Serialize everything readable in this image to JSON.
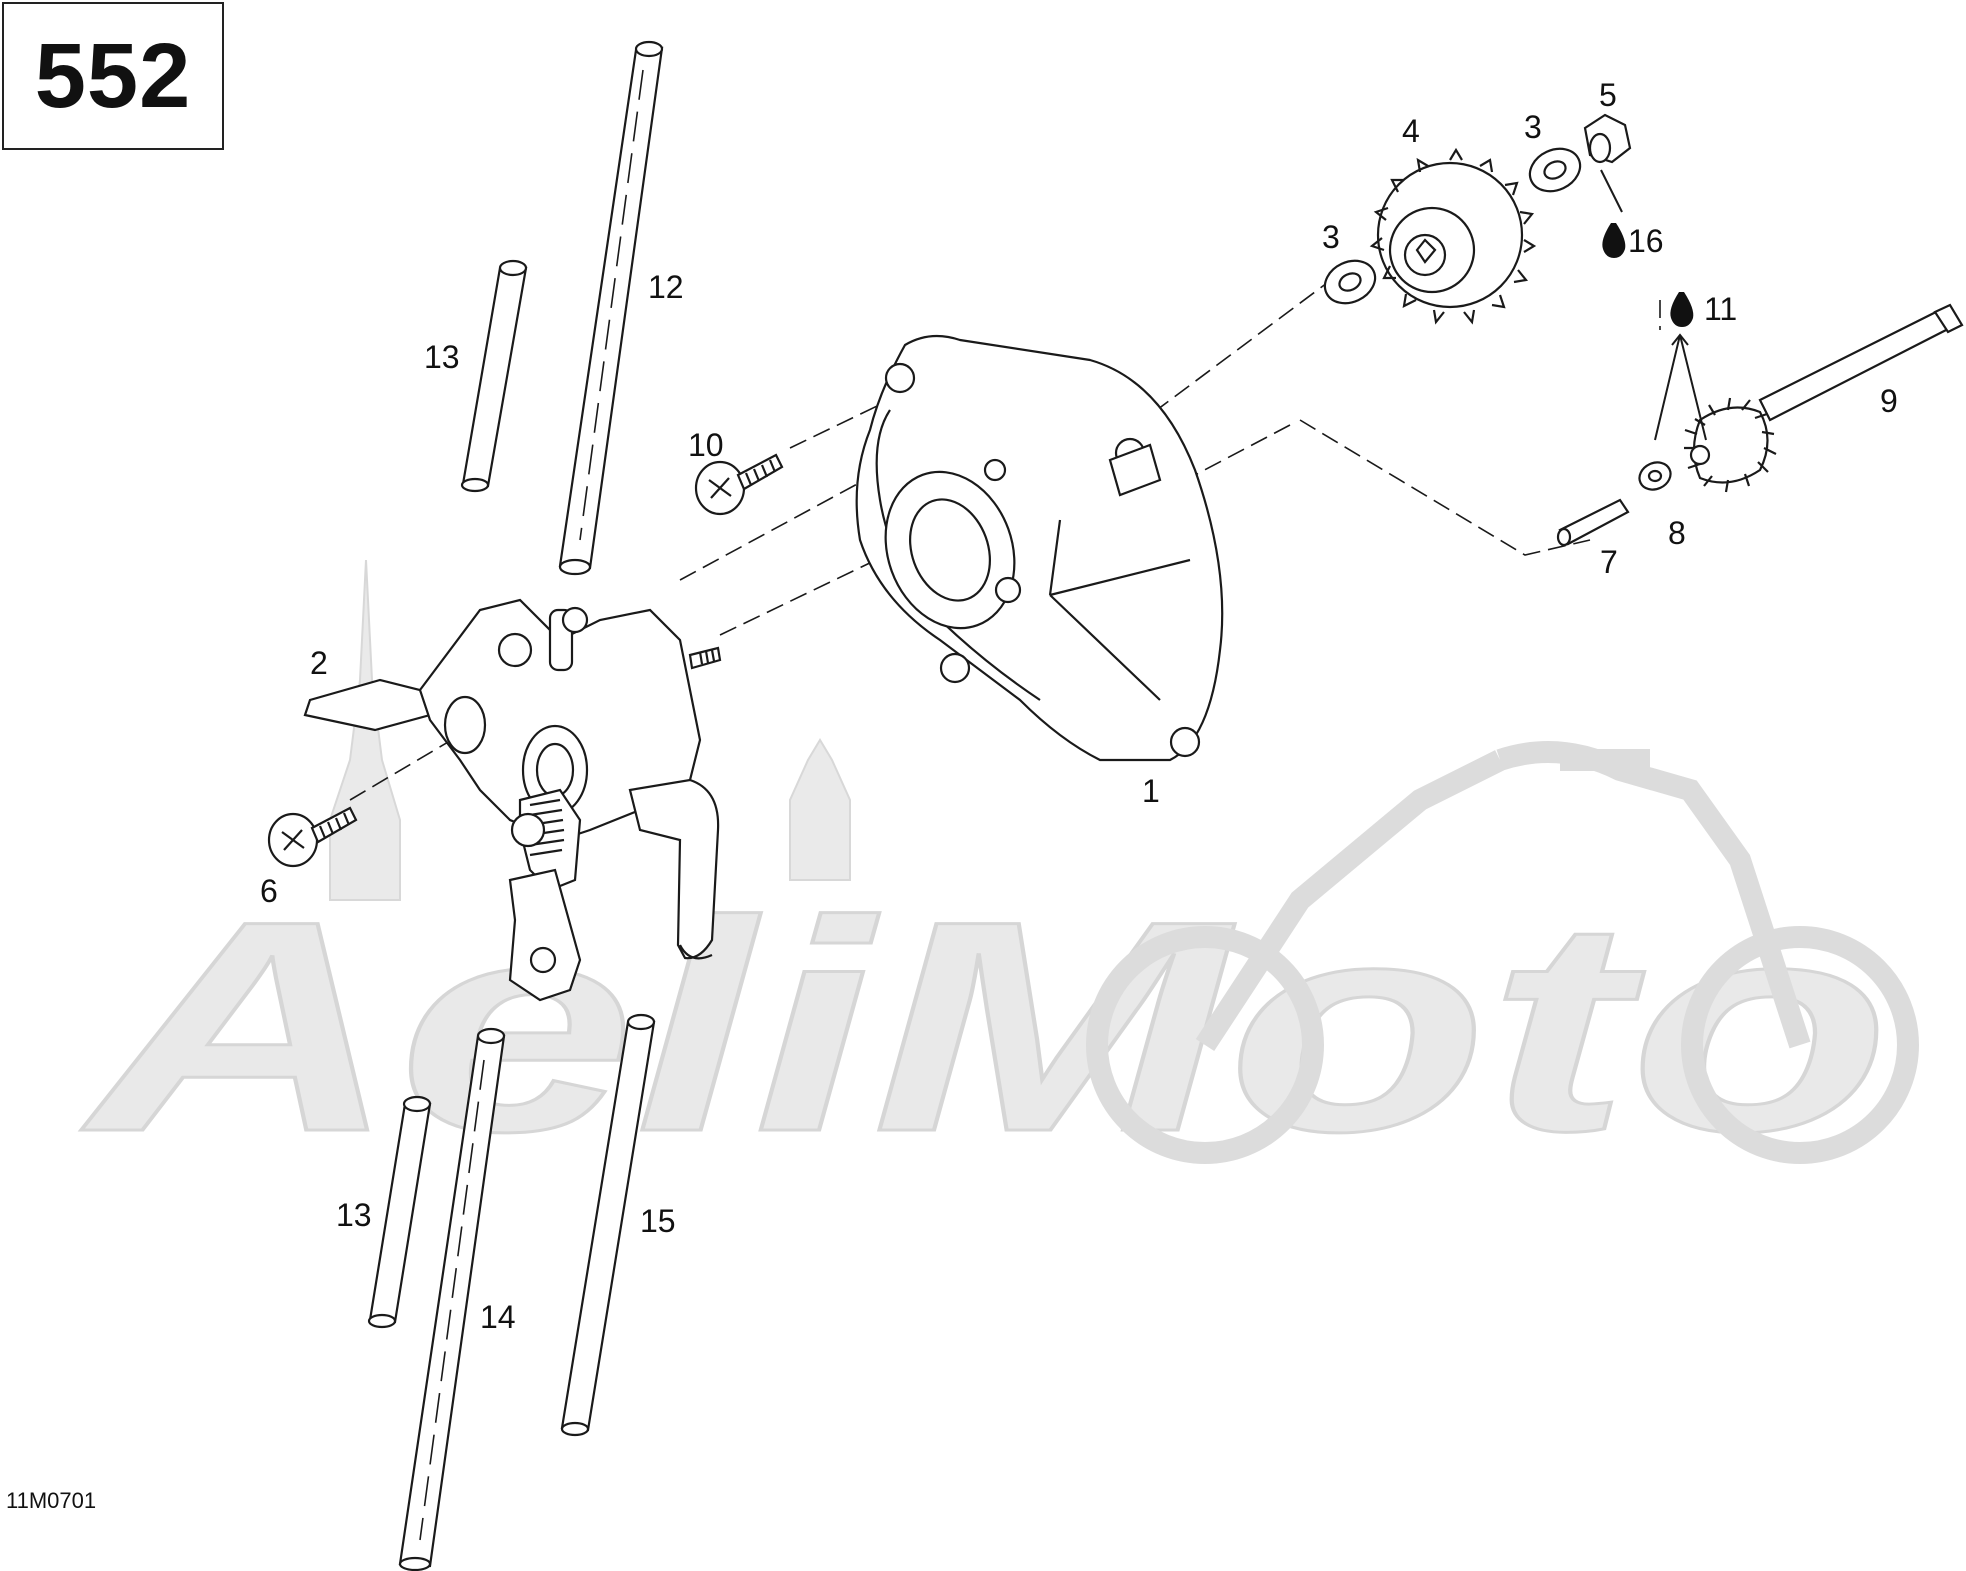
{
  "diagram_code": "552",
  "reference": "11M0701",
  "watermark_text": "AeliMoto",
  "colors": {
    "line": "#1a1a1a",
    "watermark": "#e4e4e4"
  },
  "callouts": {
    "c1": "1",
    "c2": "2",
    "c3a": "3",
    "c3b": "3",
    "c4": "4",
    "c5": "5",
    "c6": "6",
    "c7": "7",
    "c8": "8",
    "c9": "9",
    "c10": "10",
    "c11": "11",
    "c12": "12",
    "c13a": "13",
    "c13b": "13",
    "c14": "14",
    "c15": "15",
    "c16": "16"
  },
  "icons": {
    "lubricant": "oil-drop-icon"
  }
}
